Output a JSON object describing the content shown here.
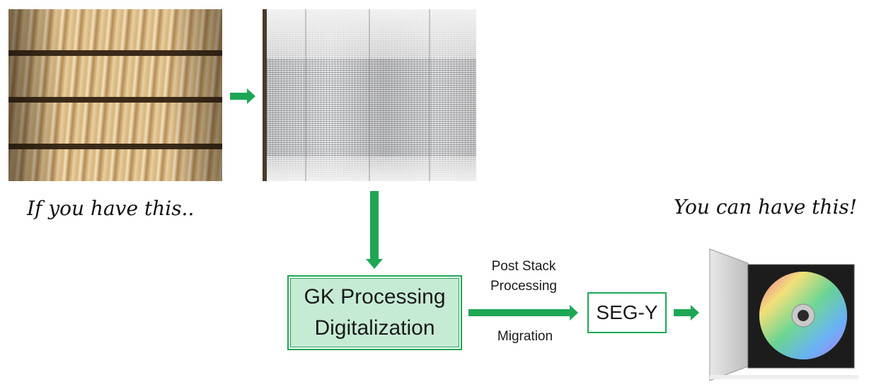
{
  "captions": {
    "left": "If you have this..",
    "right": "You can have this!"
  },
  "process_box": {
    "line1": "GK Processing",
    "line2": "Digitalization"
  },
  "labels": {
    "above_arrow_line1": "Post Stack",
    "above_arrow_line2": "Processing",
    "below_arrow": "Migration"
  },
  "output_box": {
    "label": "SEG-Y"
  },
  "colors": {
    "arrow": "#1fa655",
    "box_fill": "#c6ebd5"
  }
}
